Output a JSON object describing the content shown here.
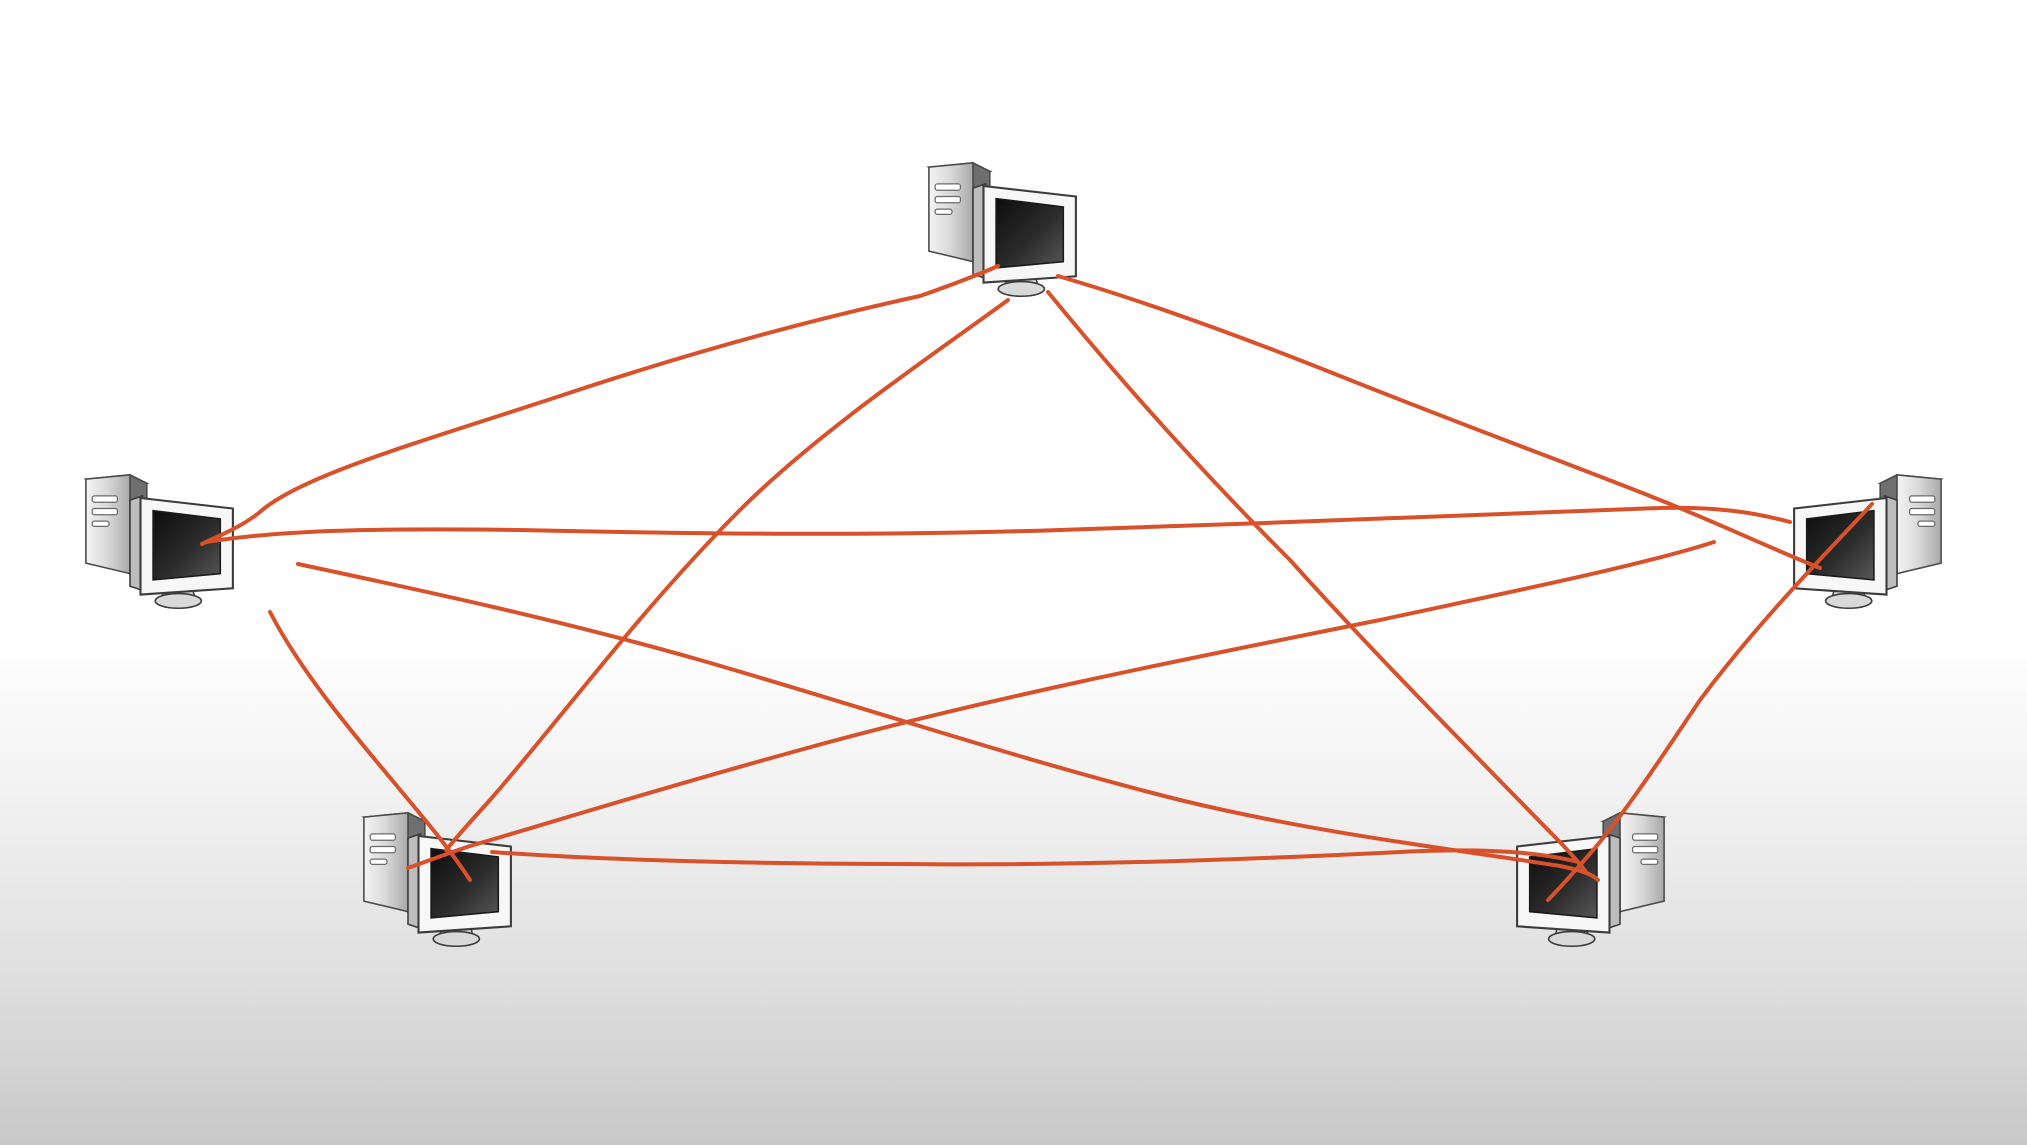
{
  "diagram": {
    "type": "mesh-network",
    "link_color": "#d9512a",
    "nodes": [
      {
        "id": "top",
        "icon": "desktop-computer-icon"
      },
      {
        "id": "left",
        "icon": "desktop-computer-icon"
      },
      {
        "id": "right",
        "icon": "desktop-computer-icon"
      },
      {
        "id": "bottom-left",
        "icon": "desktop-computer-icon"
      },
      {
        "id": "bottom-right",
        "icon": "desktop-computer-icon"
      }
    ],
    "links": [
      {
        "from": "top",
        "to": "left"
      },
      {
        "from": "top",
        "to": "right"
      },
      {
        "from": "top",
        "to": "bottom-left"
      },
      {
        "from": "top",
        "to": "bottom-right"
      },
      {
        "from": "left",
        "to": "right"
      },
      {
        "from": "left",
        "to": "bottom-left"
      },
      {
        "from": "left",
        "to": "bottom-right"
      },
      {
        "from": "right",
        "to": "bottom-left"
      },
      {
        "from": "right",
        "to": "bottom-right"
      },
      {
        "from": "bottom-left",
        "to": "bottom-right"
      }
    ]
  }
}
